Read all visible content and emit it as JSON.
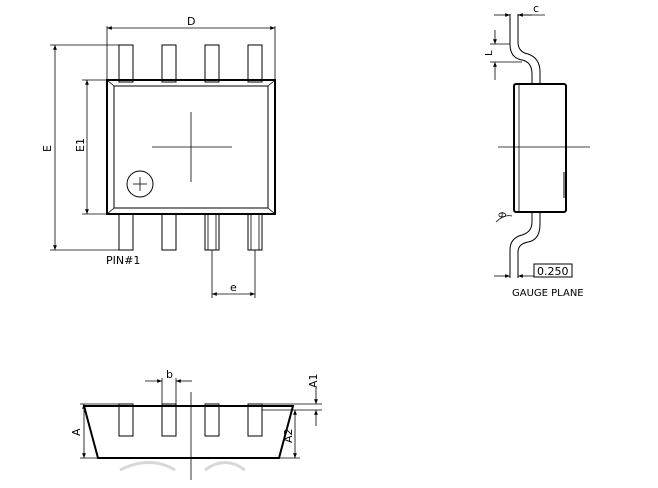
{
  "labels": {
    "D": "D",
    "E": "E",
    "E1": "E1",
    "e": "e",
    "pin1": "PIN#1",
    "c": "c",
    "L": "L",
    "theta": "θ",
    "gauge_value": "0.250",
    "gauge_plane": "GAUGE PLANE",
    "b": "b",
    "A": "A",
    "A1": "A1",
    "A2": "A2"
  }
}
